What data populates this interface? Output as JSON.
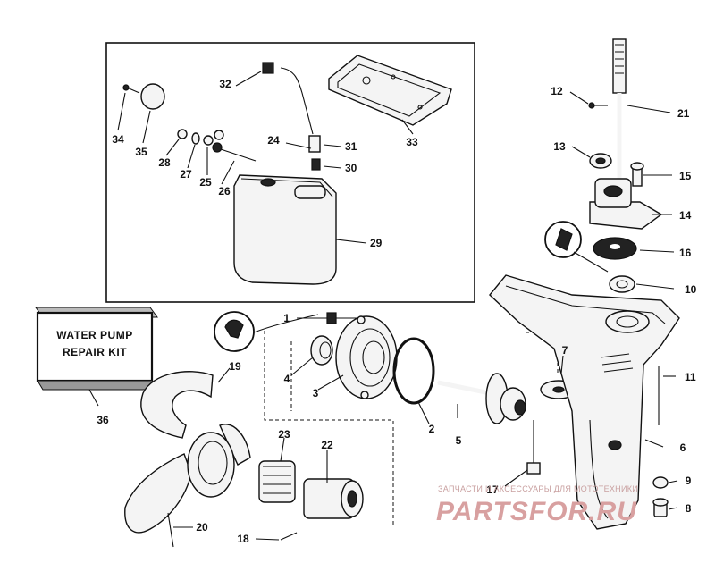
{
  "kit_box": {
    "line1": "WATER PUMP",
    "line2": "REPAIR KIT"
  },
  "callouts": {
    "c1": "1",
    "c2": "2",
    "c3": "3",
    "c4": "4",
    "c5": "5",
    "c6": "6",
    "c7": "7",
    "c8": "8",
    "c9": "9",
    "c10": "10",
    "c11": "11",
    "c12": "12",
    "c13": "13",
    "c14": "14",
    "c15": "15",
    "c16": "16",
    "c17": "17",
    "c18": "18",
    "c19": "19",
    "c20": "20",
    "c21": "21",
    "c22": "22",
    "c23": "23",
    "c24": "24",
    "c25": "25",
    "c26": "26",
    "c27": "27",
    "c28": "28",
    "c29": "29",
    "c30": "30",
    "c31": "31",
    "c32": "32",
    "c33": "33",
    "c34": "34",
    "c35": "35",
    "c36": "36"
  },
  "watermark": {
    "tagline": "ЗАПЧАСТИ И АКСЕССУАРЫ ДЛЯ МОТОТЕХНИКИ",
    "brand": "PARTSFOR.RU"
  }
}
